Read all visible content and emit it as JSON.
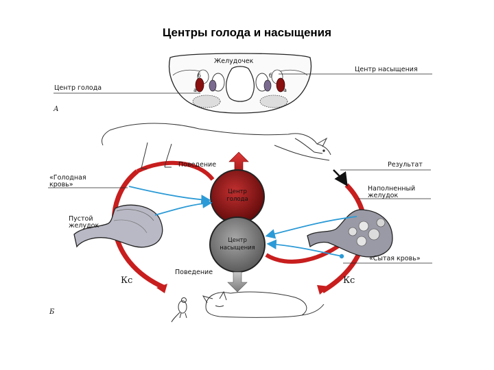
{
  "title": "Центры голода и насыщения",
  "panel_a": {
    "letter": "А",
    "ventricle_label": "Желудочек",
    "satiety_center_label": "Центр насыщения",
    "hunger_center_label": "Центр голода",
    "nucleus_a": "а",
    "nucleus_b": "б"
  },
  "panel_b": {
    "letter": "Б",
    "behavior_top": "Поведение",
    "behavior_bottom": "Поведение",
    "result": "Результат",
    "hungry_blood_line1": "«Голодная",
    "hungry_blood_line2": "кровь»",
    "empty_stomach_line1": "Пустой",
    "empty_stomach_line2": "желудок",
    "full_stomach_line1": "Наполненный",
    "full_stomach_line2": "желудок",
    "sated_blood": "«Сытая кровь»",
    "hunger_node_line1": "Центр",
    "hunger_node_line2": "голода",
    "satiety_node_line1": "Центр",
    "satiety_node_line2": "насыщения",
    "kc_left": "Кс",
    "kc_right": "Кс"
  },
  "colors": {
    "loop_red": "#c81e1e",
    "hunger_node": "#8a0f0f",
    "satiety_node": "#7c7c7c",
    "signal_blue": "#2b9ad6",
    "stomach_gray": "#b9b9c6"
  }
}
